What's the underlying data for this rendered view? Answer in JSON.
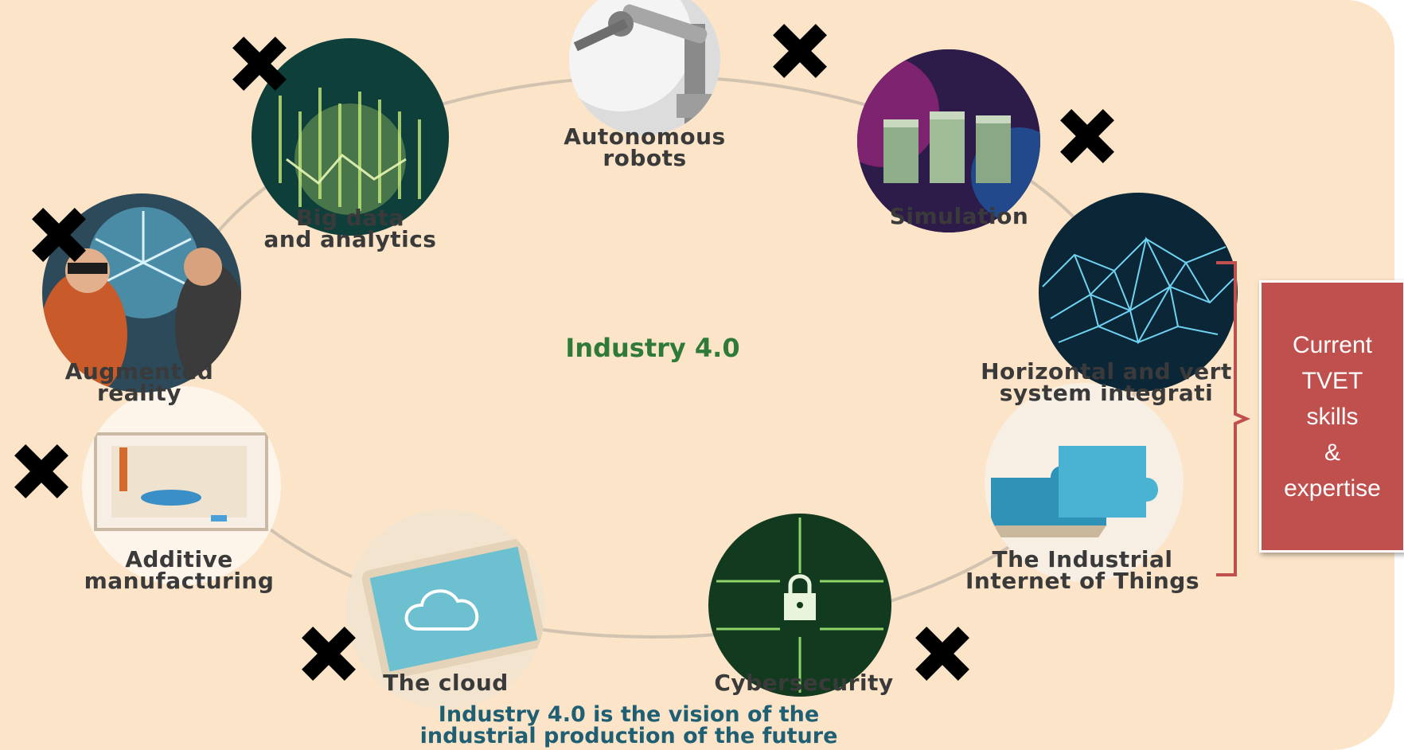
{
  "diagram": {
    "center_title": "Industry 4.0",
    "caption": "Industry 4.0 is the vision of the\nindustrial production of the future",
    "nodes": [
      {
        "id": "autonomous-robots",
        "label": "Autonomous\nrobots",
        "crossed": true,
        "icon": "robot-arm-icon"
      },
      {
        "id": "simulation",
        "label": "Simulation",
        "crossed": true,
        "icon": "server-racks-icon"
      },
      {
        "id": "system-integration",
        "label": "Horizontal and vert\nsystem integrati",
        "crossed": false,
        "icon": "network-mesh-icon"
      },
      {
        "id": "industrial-iot",
        "label": "The Industrial\nInternet of Things",
        "crossed": false,
        "icon": "puzzle-icon"
      },
      {
        "id": "cybersecurity",
        "label": "Cybersecurity",
        "crossed": true,
        "icon": "padlock-circuit-icon"
      },
      {
        "id": "the-cloud",
        "label": "The cloud",
        "crossed": true,
        "icon": "cloud-icon"
      },
      {
        "id": "additive-manufacturing",
        "label": "Additive\nmanufacturing",
        "crossed": true,
        "icon": "3d-printer-icon"
      },
      {
        "id": "augmented-reality",
        "label": "Augmented\nreality",
        "crossed": true,
        "icon": "vr-headset-icon"
      },
      {
        "id": "big-data",
        "label": "Big data\nand analytics",
        "crossed": true,
        "icon": "data-stream-icon"
      }
    ],
    "callout": {
      "text": "Current\nTVET\nskills\n&\nexpertise",
      "bracket_color": "#c0504d",
      "box_color": "#c0504d"
    },
    "colors": {
      "background": "#fbe4c8",
      "ring": "#d2c3b0",
      "center_title": "#2f7a3b",
      "caption": "#1f5f73",
      "cross": "#000000"
    }
  }
}
